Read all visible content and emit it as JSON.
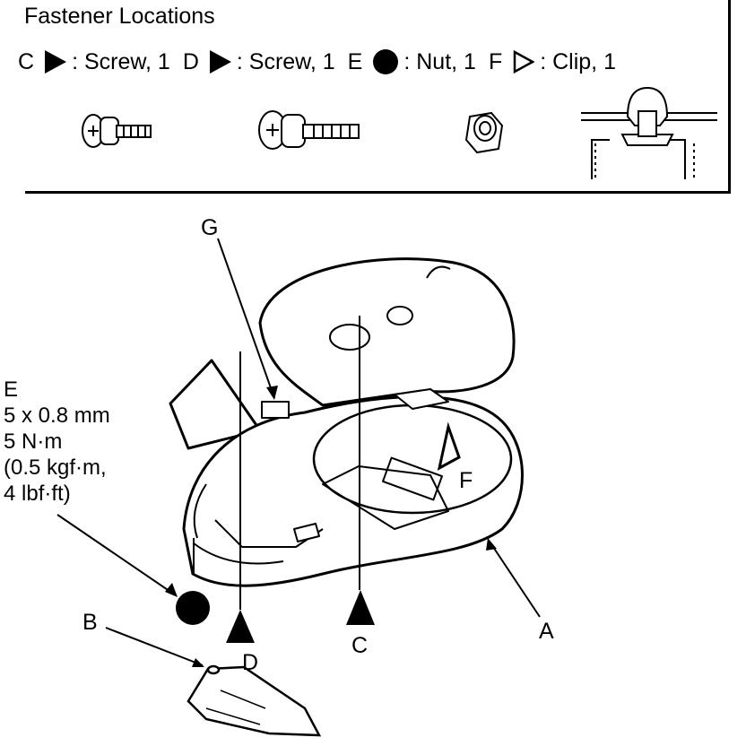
{
  "header": {
    "title": "Fastener Locations"
  },
  "legend": [
    {
      "letter": "C",
      "symbol": "filled-triangle-icon",
      "label": ": Screw, 1"
    },
    {
      "letter": "D",
      "symbol": "filled-triangle-icon",
      "label": ": Screw, 1"
    },
    {
      "letter": "E",
      "symbol": "filled-circle-icon",
      "label": ": Nut, 1"
    },
    {
      "letter": "F",
      "symbol": "open-triangle-icon",
      "label": ": Clip, 1"
    }
  ],
  "callouts": {
    "a": "A",
    "b": "B",
    "c": "C",
    "d": "D",
    "f": "F",
    "g": "G"
  },
  "spec": {
    "letter": "E",
    "size": "5 x 0.8 mm",
    "torque": "5 N·m",
    "kgf": "(0.5 kgf·m,",
    "lbf": "4 lbf·ft)"
  }
}
